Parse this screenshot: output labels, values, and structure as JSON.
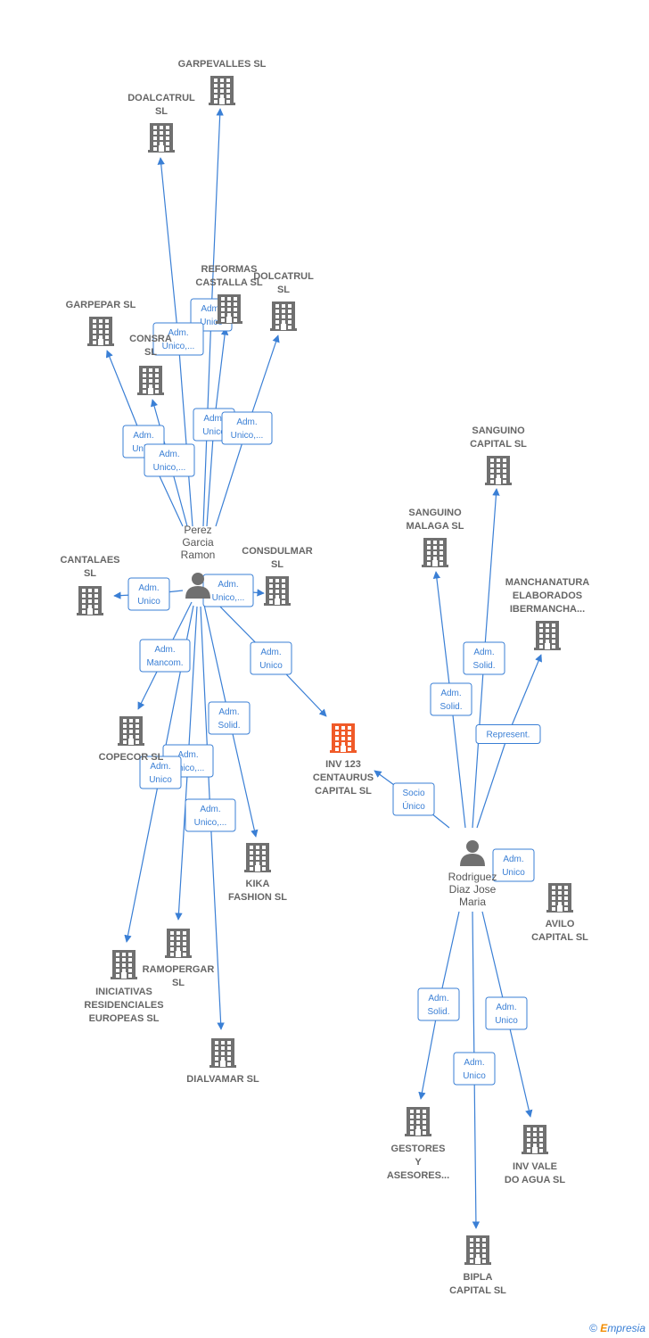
{
  "colors": {
    "edge": "#3a7fd5",
    "building": "#707070",
    "center": "#f05a28",
    "person": "#707070"
  },
  "persons": [
    {
      "id": "pgr",
      "lines": [
        "Perez",
        "Garcia",
        "Ramon"
      ]
    },
    {
      "id": "rdj",
      "lines": [
        "Rodriguez",
        "Diaz Jose",
        "Maria"
      ]
    }
  ],
  "companies": [
    {
      "id": "garpevalles",
      "lines": [
        "GARPEVALLES SL"
      ]
    },
    {
      "id": "doalcatrul",
      "lines": [
        "DOALCATRUL",
        "SL"
      ]
    },
    {
      "id": "reformas",
      "lines": [
        "REFORMAS",
        "CASTALLA SL"
      ]
    },
    {
      "id": "dolcatrul",
      "lines": [
        "DOLCATRUL",
        "SL"
      ]
    },
    {
      "id": "garpepar",
      "lines": [
        "GARPEPAR SL"
      ]
    },
    {
      "id": "consra",
      "lines": [
        "CONSRA",
        "SL"
      ]
    },
    {
      "id": "cantalaes",
      "lines": [
        "CANTALAES",
        "SL"
      ]
    },
    {
      "id": "consdulmar",
      "lines": [
        "CONSDULMAR",
        "SL"
      ]
    },
    {
      "id": "copecor",
      "lines": [
        "COPECOR SL"
      ]
    },
    {
      "id": "inv123",
      "lines": [
        "INV 123",
        "CENTAURUS",
        "CAPITAL SL"
      ],
      "center": true
    },
    {
      "id": "kika",
      "lines": [
        "KIKA",
        "FASHION SL"
      ]
    },
    {
      "id": "ramopergar",
      "lines": [
        "RAMOPERGAR",
        "SL"
      ]
    },
    {
      "id": "iniciativas",
      "lines": [
        "INICIATIVAS",
        "RESIDENCIALES",
        "EUROPEAS SL"
      ]
    },
    {
      "id": "dialvamar",
      "lines": [
        "DIALVAMAR SL"
      ]
    },
    {
      "id": "sanguino_capital",
      "lines": [
        "SANGUINO",
        "CAPITAL SL"
      ]
    },
    {
      "id": "sanguino_malaga",
      "lines": [
        "SANGUINO",
        "MALAGA SL"
      ]
    },
    {
      "id": "manchanatura",
      "lines": [
        "MANCHANATURA",
        "ELABORADOS",
        "IBERMANCHA..."
      ]
    },
    {
      "id": "avilo",
      "lines": [
        "AVILO",
        "CAPITAL SL"
      ]
    },
    {
      "id": "gestores",
      "lines": [
        "GESTORES",
        "Y",
        "ASESORES..."
      ]
    },
    {
      "id": "invvale",
      "lines": [
        "INV VALE",
        "DO AGUA SL"
      ]
    },
    {
      "id": "bipla",
      "lines": [
        "BIPLA",
        "CAPITAL SL"
      ]
    }
  ],
  "edges": [
    {
      "from": "pgr",
      "to": "garpevalles",
      "label": [
        "Adm.",
        "Unico"
      ]
    },
    {
      "from": "pgr",
      "to": "doalcatrul",
      "label": [
        "Adm.",
        "Unico,..."
      ]
    },
    {
      "from": "pgr",
      "to": "reformas",
      "label": [
        "Adm.",
        "Unico"
      ]
    },
    {
      "from": "pgr",
      "to": "dolcatrul",
      "label": [
        "Adm.",
        "Unico,..."
      ]
    },
    {
      "from": "pgr",
      "to": "garpepar",
      "label": [
        "Adm.",
        "Unico"
      ]
    },
    {
      "from": "pgr",
      "to": "consra",
      "label": [
        "Adm.",
        "Unico,..."
      ]
    },
    {
      "from": "pgr",
      "to": "cantalaes",
      "label": [
        "Adm.",
        "Unico"
      ]
    },
    {
      "from": "pgr",
      "to": "consdulmar",
      "label": [
        "Adm.",
        "Unico,..."
      ]
    },
    {
      "from": "pgr",
      "to": "copecor",
      "label": [
        "Adm.",
        "Mancom."
      ]
    },
    {
      "from": "pgr",
      "to": "inv123",
      "label": [
        "Adm.",
        "Unico"
      ]
    },
    {
      "from": "pgr",
      "to": "kika",
      "label": [
        "Adm.",
        "Solid."
      ]
    },
    {
      "from": "pgr",
      "to": "ramopergar",
      "label": [
        "Adm.",
        "Unico,..."
      ]
    },
    {
      "from": "pgr",
      "to": "iniciativas",
      "label": [
        "Adm.",
        "Unico"
      ]
    },
    {
      "from": "pgr",
      "to": "dialvamar",
      "label": [
        "Adm.",
        "Unico,..."
      ]
    },
    {
      "from": "rdj",
      "to": "inv123",
      "label": [
        "Socio",
        "Único"
      ]
    },
    {
      "from": "rdj",
      "to": "sanguino_capital",
      "label": [
        "Adm.",
        "Solid."
      ]
    },
    {
      "from": "rdj",
      "to": "sanguino_malaga",
      "label": [
        "Adm.",
        "Solid."
      ]
    },
    {
      "from": "rdj",
      "to": "manchanatura",
      "label": [
        "Represent."
      ]
    },
    {
      "from": "rdj",
      "to": "avilo",
      "label": [
        "Adm.",
        "Unico"
      ]
    },
    {
      "from": "rdj",
      "to": "gestores",
      "label": [
        "Adm.",
        "Solid."
      ]
    },
    {
      "from": "rdj",
      "to": "invvale",
      "label": [
        "Adm.",
        "Unico"
      ]
    },
    {
      "from": "rdj",
      "to": "bipla",
      "label": [
        "Adm.",
        "Unico"
      ]
    }
  ],
  "brand": {
    "copyright": "©",
    "name_first": "E",
    "name_rest": "mpresia"
  }
}
